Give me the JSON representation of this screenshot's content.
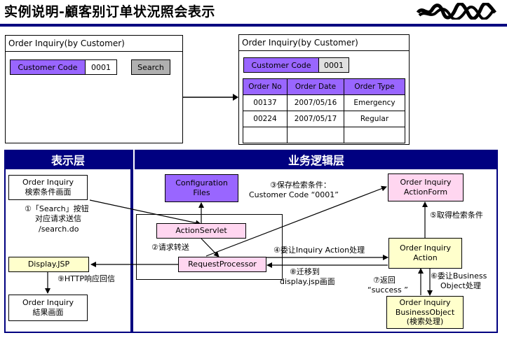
{
  "page_title": "实例说明-顧客别订单状況照会表示",
  "screen1": {
    "title": "Order Inquiry(by Customer)",
    "customer_code_label": "Customer Code",
    "customer_code_value": "0001",
    "search_button": "Search"
  },
  "screen2": {
    "title": "Order Inquiry(by Customer)",
    "customer_code_label": "Customer Code",
    "customer_code_value": "0001",
    "columns": [
      "Order No",
      "Order Date",
      "Order Type"
    ],
    "rows": [
      [
        "00137",
        "2007/05/16",
        "Emergency"
      ],
      [
        "00224",
        "2007/05/17",
        "Regular"
      ]
    ]
  },
  "layers": {
    "presentation": "表示层",
    "business": "业务逻辑层"
  },
  "nodes": {
    "search_screen": [
      "Order Inquiry",
      "検索条件画面"
    ],
    "display_jsp": "Display.JSP",
    "result_screen": [
      "Order Inquiry",
      "結果画面"
    ],
    "config_files": [
      "Configuration",
      "Files"
    ],
    "action_servlet": "ActionServlet",
    "request_processor": "RequestProcessor",
    "action_form": [
      "Order Inquiry",
      "ActionForm"
    ],
    "action": [
      "Order Inquiry",
      "Action"
    ],
    "business_object": [
      "Order Inquiry",
      "BusinessObject",
      "(検索处理)"
    ]
  },
  "steps": {
    "s1": [
      "①「Search」按钮",
      "对应请求送信",
      "/search.do"
    ],
    "s2": "②请求转送",
    "s3": [
      "③保存检索条件：",
      "Customer  Code  “0001”"
    ],
    "s4": "④委让Inquiry  Action处理",
    "s5": "⑤取得检索条件",
    "s6": [
      "⑥委让Business",
      "Object处理"
    ],
    "s7": [
      "⑦返回",
      "“success ”"
    ],
    "s8": [
      "⑧迁移到",
      "display.jsp画面"
    ],
    "s9": "⑨HTTP响应回信"
  },
  "colors": {
    "header_blue": "#000080",
    "purple": "#9966ff",
    "pink": "#ffd6f0",
    "yellow": "#ffffcc"
  }
}
